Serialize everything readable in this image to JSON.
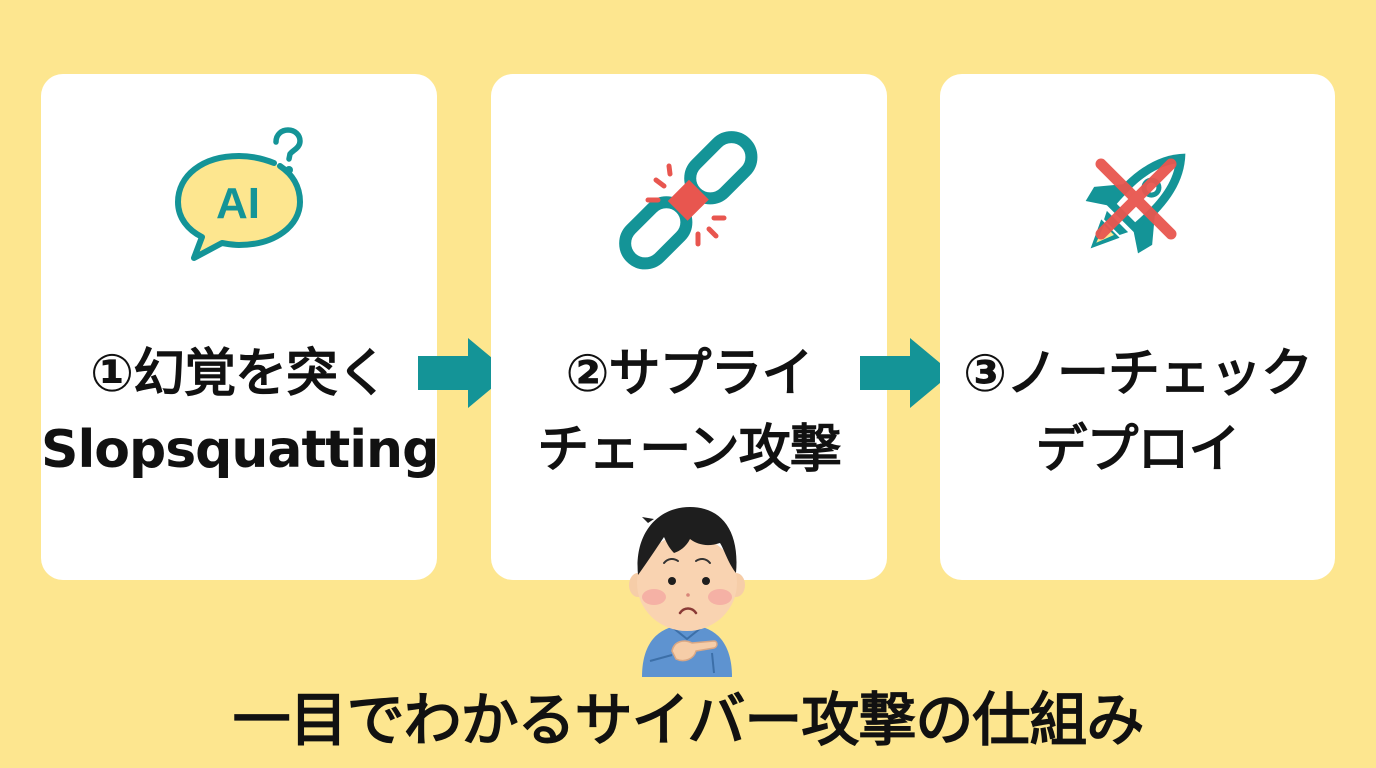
{
  "colors": {
    "background": "#FDE68F",
    "card": "#FFFFFF",
    "accent_teal": "#149497",
    "accent_red": "#E8564F",
    "accent_yellow": "#FDE68F",
    "text": "#111111"
  },
  "steps": [
    {
      "number": "①",
      "icon": "ai-question-speech-bubble-icon",
      "icon_text": "AI",
      "line1": "①幻覚を突く",
      "line2": "Slopsquatting"
    },
    {
      "number": "②",
      "icon": "broken-chain-link-icon",
      "line1": "②サプライ",
      "line2": "チェーン攻撃"
    },
    {
      "number": "③",
      "icon": "crossed-out-rocket-icon",
      "line1": "③ノーチェック",
      "line2": "デプロイ"
    }
  ],
  "arrows": [
    {
      "icon": "arrow-right-icon",
      "from": 1,
      "to": 2
    },
    {
      "icon": "arrow-right-icon",
      "from": 2,
      "to": 3
    }
  ],
  "character": {
    "icon": "worried-man-illustration"
  },
  "footer": {
    "title": "一目でわかるサイバー攻撃の仕組み"
  }
}
